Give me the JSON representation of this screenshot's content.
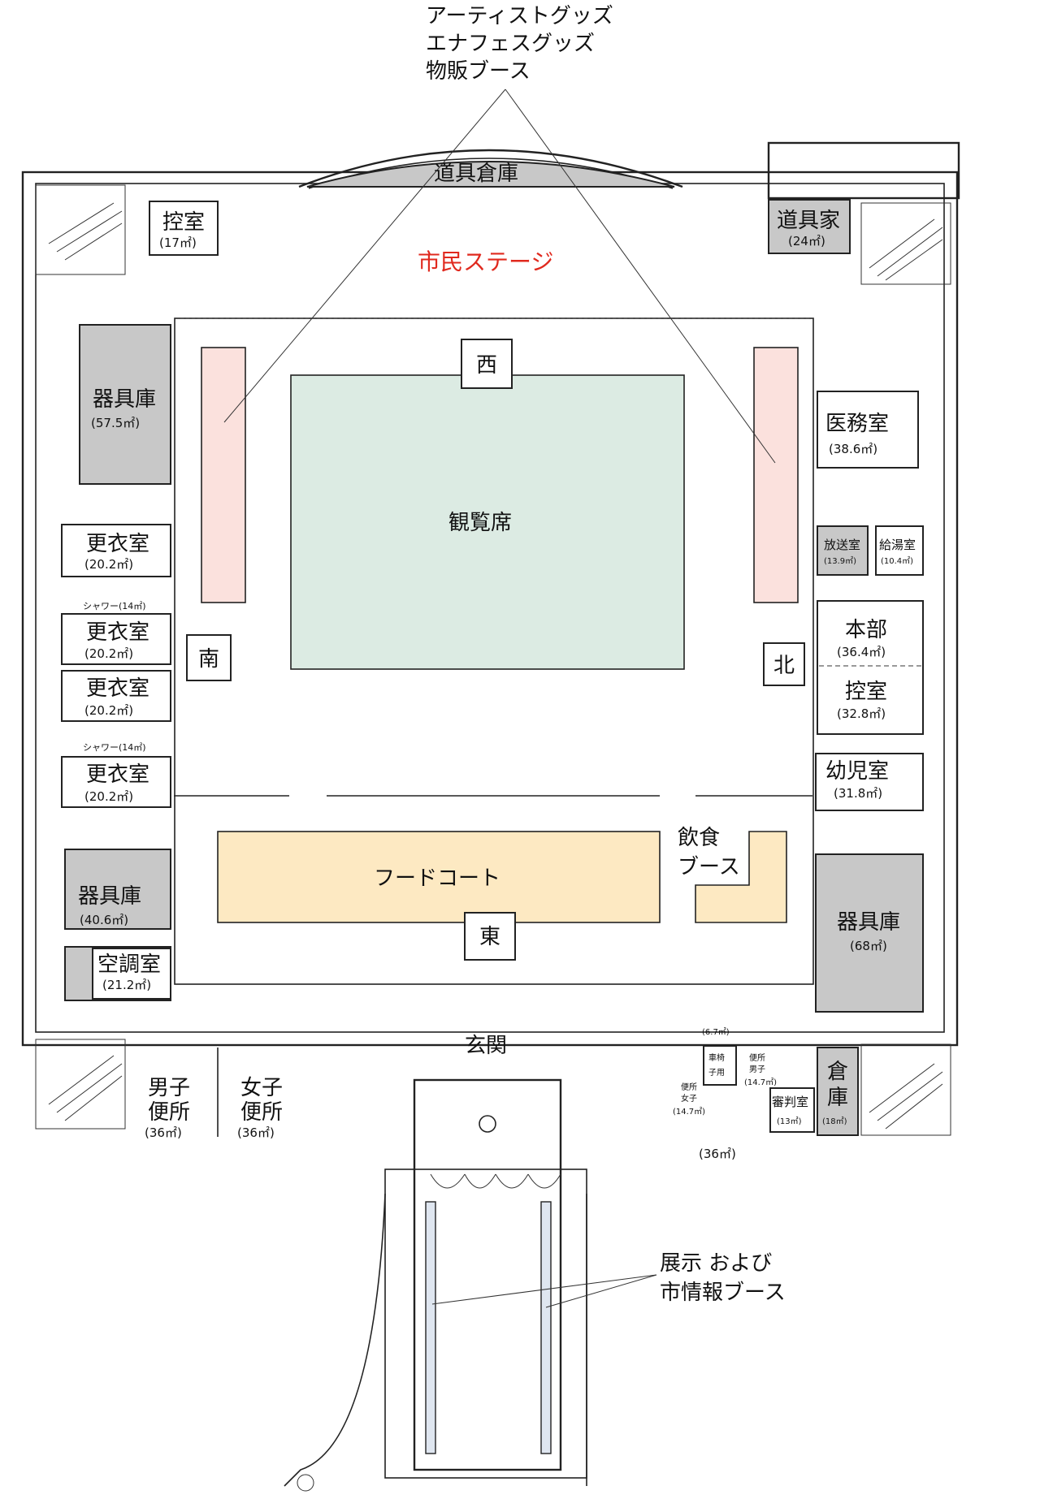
{
  "map": {
    "rooms": {
      "tool_storage": "道具倉庫",
      "civic_stage": "市民ステージ",
      "spectator_seats": "観覧席",
      "food_court": "フードコート",
      "entrance": "玄関",
      "control_room_top": {
        "name": "控室",
        "area": "(17㎡)"
      },
      "tool_house": {
        "name": "道具家",
        "area": "(24㎡)"
      },
      "equipment_575": {
        "name": "器具庫",
        "area": "(57.5㎡)"
      },
      "medical": {
        "name": "医務室",
        "area": "(38.6㎡)"
      },
      "broadcast": {
        "name": "放送室",
        "area": "(13.9㎡)"
      },
      "kitchenette": {
        "name": "給湯室",
        "area": "(10.4㎡)"
      },
      "headquarters": {
        "name": "本部",
        "area": "(36.4㎡)"
      },
      "control_room_right": {
        "name": "控室",
        "area": "(32.8㎡)"
      },
      "nursery": {
        "name": "幼児室",
        "area": "(31.8㎡)"
      },
      "equipment_68": {
        "name": "器具庫",
        "area": "(68㎡)"
      },
      "changing_1": {
        "name": "更衣室",
        "area": "(20.2㎡)"
      },
      "shower_1": "シャワー(14㎡)",
      "changing_2": {
        "name": "更衣室",
        "area": "(20.2㎡)"
      },
      "changing_3": {
        "name": "更衣室",
        "area": "(20.2㎡)"
      },
      "shower_2": "シャワー(14㎡)",
      "changing_4": {
        "name": "更衣室",
        "area": "(20.2㎡)"
      },
      "equipment_406": {
        "name": "器具庫",
        "area": "(40.6㎡)"
      },
      "air_con": {
        "name": "空調室",
        "area": "(21.2㎡)"
      },
      "mens_toilet": {
        "name_1": "男子",
        "name_2": "便所",
        "area": "(36㎡)"
      },
      "womens_toilet": {
        "name_1": "女子",
        "name_2": "便所",
        "area": "(36㎡)"
      },
      "wheelchair": {
        "name_1": "車椅",
        "name_2": "子用",
        "area": "(6.7㎡)"
      },
      "toilet_women_small": {
        "name_1": "便所",
        "name_2": "女子",
        "area": "(14.7㎡)"
      },
      "toilet_men_small": {
        "name_1": "便所",
        "name_2": "男子",
        "area": "(14.7㎡)"
      },
      "referee": {
        "name": "審判室",
        "area": "(13㎡)"
      },
      "storage": {
        "name_1": "倉",
        "name_2": "庫",
        "area": "(18㎡)"
      },
      "toilet_group_area": "(36㎡)"
    },
    "directions": {
      "west": "西",
      "south": "南",
      "north": "北",
      "east": "東"
    },
    "callouts": {
      "goods_line_1": "アーティストグッズ",
      "goods_line_2": "エナフェスグッズ",
      "goods_line_3": "物販ブース",
      "food_booth_line_1": "飲食",
      "food_booth_line_2": "ブース",
      "exhibit_line_1": "展示 および",
      "exhibit_line_2": "市情報ブース"
    },
    "colors": {
      "booth_pink": "#fbe1dd",
      "seats_green": "#dcebe3",
      "food_yellow": "#fde9c2",
      "exhibit_blue": "#dfe6f0",
      "storage_gray": "#c8c8c8",
      "stage_red": "#e0291e"
    }
  }
}
